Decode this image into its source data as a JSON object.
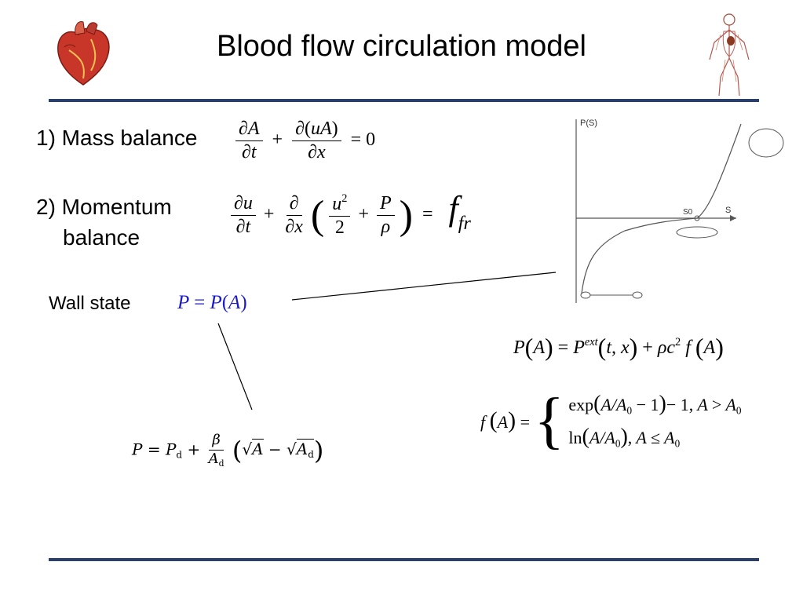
{
  "slide": {
    "title": "Blood flow circulation model",
    "mass_balance_label": "1) Mass balance",
    "momentum_label_line1": "2) Momentum",
    "momentum_label_line2": "balance",
    "wall_state_label": "Wall state"
  },
  "equations": {
    "mass_balance": "∂A/∂t + ∂(uA)/∂x = 0",
    "momentum_balance": "∂u/∂t + ∂/∂x (u²/2 + P/ρ) = f_fr",
    "wall_state": "P = P(A)",
    "pressure_area": "P(A) = P^ext(t, x) + ρc² f(A)",
    "f_case_1": "exp(A/A0 − 1) − 1, A > A0",
    "f_case_2": "ln(A/A0), A ≤ A0",
    "elastic_law": "P = Pd + β/Ad (√A − √Ad)"
  },
  "graph": {
    "y_axis_label": "P(S)",
    "x_axis_label": "S",
    "point_label": "S0"
  },
  "colors": {
    "rule": "#2b3f6b",
    "wall_state_eq": "#1a1acc",
    "axis": "#555555"
  },
  "icons": {
    "left": "heart-icon",
    "right": "circulatory-system-icon"
  }
}
